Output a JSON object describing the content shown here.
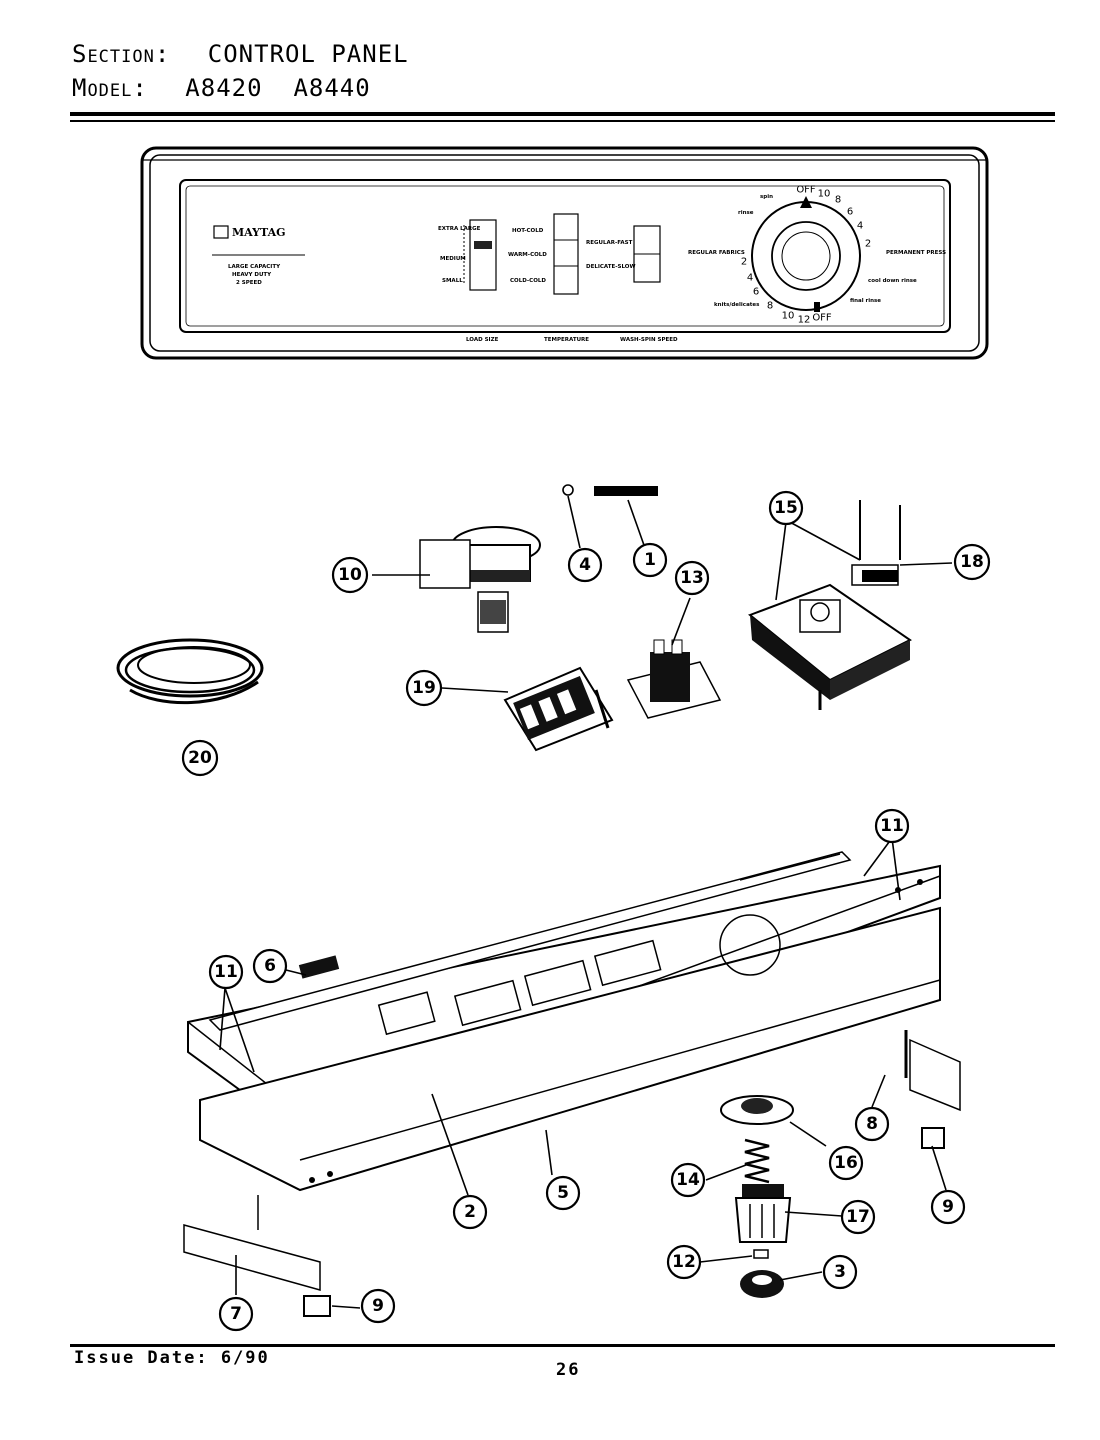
{
  "header": {
    "section_label": "Section:",
    "section_value": "CONTROL PANEL",
    "model_label": "Model:",
    "model_value": "A8420  A8440"
  },
  "panel": {
    "brand": "MAYTAG",
    "caption_lines": [
      "LARGE CAPACITY",
      "HEAVY DUTY",
      "2 SPEED"
    ],
    "load_size_options": [
      "EXTRA LARGE",
      "MEDIUM",
      "SMALL"
    ],
    "temperature_options": [
      "HOT-COLD",
      "WARM-COLD",
      "COLD-COLD"
    ],
    "speed_options": [
      "REGULAR-FAST",
      "DELICATE-SLOW"
    ],
    "bottom_labels": [
      "LOAD SIZE",
      "TEMPERATURE",
      "WASH-SPIN SPEED"
    ],
    "dial": {
      "left_label": "REGULAR FABRICS",
      "right_label": "PERMANENT PRESS",
      "small_labels": [
        "spin",
        "rinse",
        "cool down rinse",
        "final rinse",
        "knits/delicates"
      ],
      "numbers": [
        "OFF",
        "10",
        "8",
        "6",
        "4",
        "2",
        "2",
        "4",
        "6",
        "8",
        "10",
        "12",
        "OFF"
      ]
    }
  },
  "callouts": [
    "1",
    "2",
    "3",
    "4",
    "5",
    "6",
    "7",
    "8",
    "9",
    "9",
    "10",
    "11",
    "11",
    "12",
    "13",
    "14",
    "15",
    "16",
    "17",
    "18",
    "19",
    "20"
  ],
  "footer": {
    "issue_date": "Issue Date: 6/90",
    "page_number": "26"
  }
}
